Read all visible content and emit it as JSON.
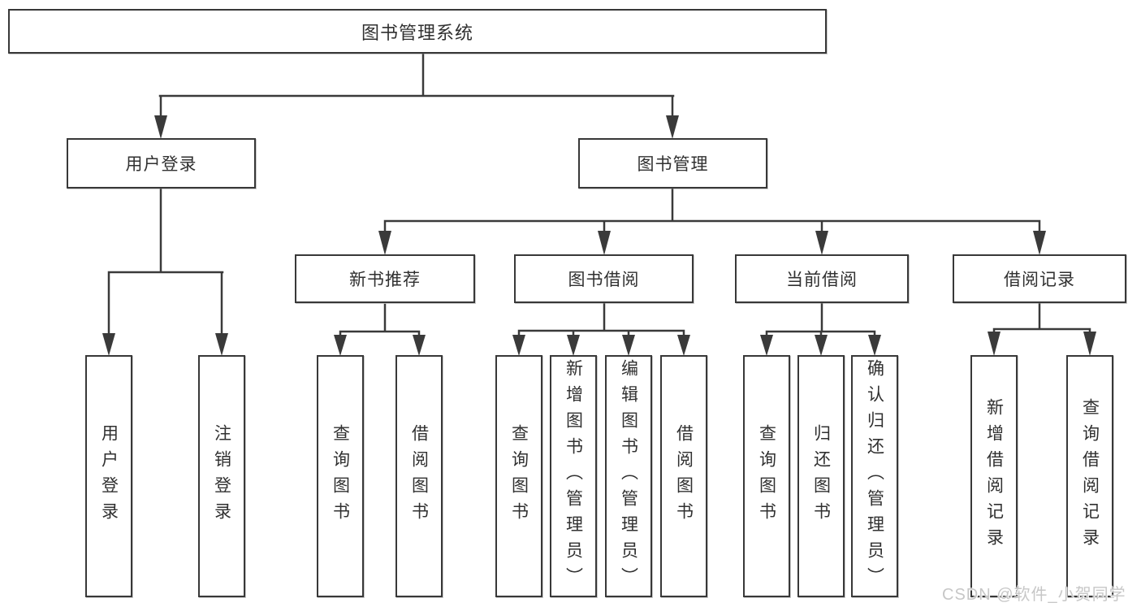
{
  "watermark": "CSDN @软件_小贺同学",
  "colors": {
    "line": "#3a3a3a",
    "box_border": "#383838",
    "text": "#303030",
    "background": "#ffffff",
    "watermark": "#c7c7c7"
  },
  "tree": {
    "label": "图书管理系统",
    "children": [
      {
        "label": "用户登录",
        "children": [
          {
            "label": "用户登录"
          },
          {
            "label": "注销登录"
          }
        ]
      },
      {
        "label": "图书管理",
        "children": [
          {
            "label": "新书推荐",
            "children": [
              {
                "label": "查询图书"
              },
              {
                "label": "借阅图书"
              }
            ]
          },
          {
            "label": "图书借阅",
            "children": [
              {
                "label": "查询图书"
              },
              {
                "label": "新增图书（管理员）"
              },
              {
                "label": "编辑图书（管理员）"
              },
              {
                "label": "借阅图书"
              }
            ]
          },
          {
            "label": "当前借阅",
            "children": [
              {
                "label": "查询图书"
              },
              {
                "label": "归还图书"
              },
              {
                "label": "确认归还（管理员）"
              }
            ]
          },
          {
            "label": "借阅记录",
            "children": [
              {
                "label": "新增借阅记录"
              },
              {
                "label": "查询借阅记录"
              }
            ]
          }
        ]
      }
    ]
  }
}
